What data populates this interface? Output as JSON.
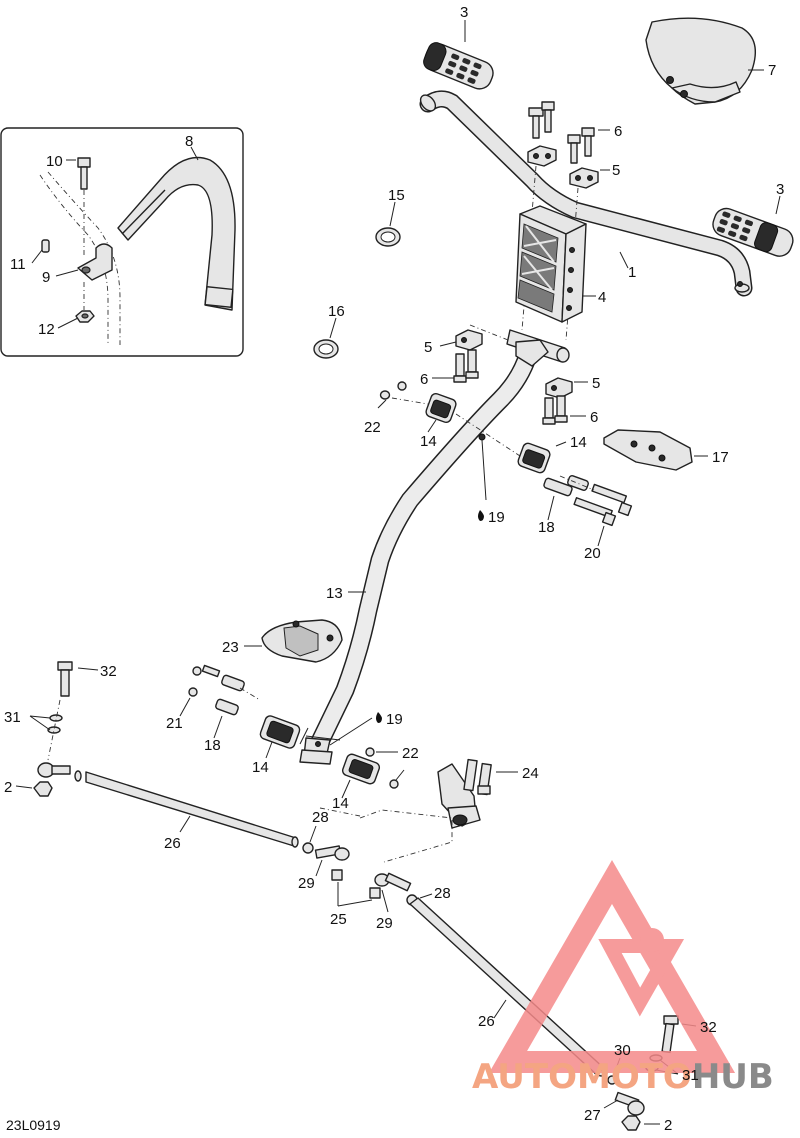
{
  "drawing_code": "23L0919",
  "watermark": {
    "part1": "AUTO",
    "part2": "MOTO",
    "part3": "HUB",
    "color_main": "#f4a582",
    "color_logo": "#f58a8a",
    "color_gray": "#8a8a8a"
  },
  "callouts": [
    {
      "id": "c3a",
      "text": "3"
    },
    {
      "id": "c7",
      "text": "7"
    },
    {
      "id": "c8",
      "text": "8"
    },
    {
      "id": "c10",
      "text": "10"
    },
    {
      "id": "c11",
      "text": "11"
    },
    {
      "id": "c9",
      "text": "9"
    },
    {
      "id": "c12",
      "text": "12"
    },
    {
      "id": "c6a",
      "text": "6"
    },
    {
      "id": "c5a",
      "text": "5"
    },
    {
      "id": "c15",
      "text": "15"
    },
    {
      "id": "c3b",
      "text": "3"
    },
    {
      "id": "c1",
      "text": "1"
    },
    {
      "id": "c4",
      "text": "4"
    },
    {
      "id": "c16",
      "text": "16"
    },
    {
      "id": "c5b",
      "text": "5"
    },
    {
      "id": "c6b",
      "text": "6"
    },
    {
      "id": "c5c",
      "text": "5"
    },
    {
      "id": "c6c",
      "text": "6"
    },
    {
      "id": "c22a",
      "text": "22"
    },
    {
      "id": "c14a",
      "text": "14"
    },
    {
      "id": "c14b",
      "text": "14"
    },
    {
      "id": "c17",
      "text": "17"
    },
    {
      "id": "c19a",
      "text": "19"
    },
    {
      "id": "c18a",
      "text": "18"
    },
    {
      "id": "c20",
      "text": "20"
    },
    {
      "id": "c13",
      "text": "13"
    },
    {
      "id": "c23",
      "text": "23"
    },
    {
      "id": "c32a",
      "text": "32"
    },
    {
      "id": "c31a",
      "text": "31"
    },
    {
      "id": "c21",
      "text": "21"
    },
    {
      "id": "c18b",
      "text": "18"
    },
    {
      "id": "c19b",
      "text": "19"
    },
    {
      "id": "c22b",
      "text": "22"
    },
    {
      "id": "c2a",
      "text": "2"
    },
    {
      "id": "c14c",
      "text": "14"
    },
    {
      "id": "c14d",
      "text": "14"
    },
    {
      "id": "c24",
      "text": "24"
    },
    {
      "id": "c26a",
      "text": "26"
    },
    {
      "id": "c28a",
      "text": "28"
    },
    {
      "id": "c29a",
      "text": "29"
    },
    {
      "id": "c25",
      "text": "25"
    },
    {
      "id": "c29b",
      "text": "29"
    },
    {
      "id": "c28b",
      "text": "28"
    },
    {
      "id": "c26b",
      "text": "26"
    },
    {
      "id": "c32b",
      "text": "32"
    },
    {
      "id": "c30",
      "text": "30"
    },
    {
      "id": "c31b",
      "text": "31"
    },
    {
      "id": "c27",
      "text": "27"
    },
    {
      "id": "c2b",
      "text": "2"
    }
  ]
}
